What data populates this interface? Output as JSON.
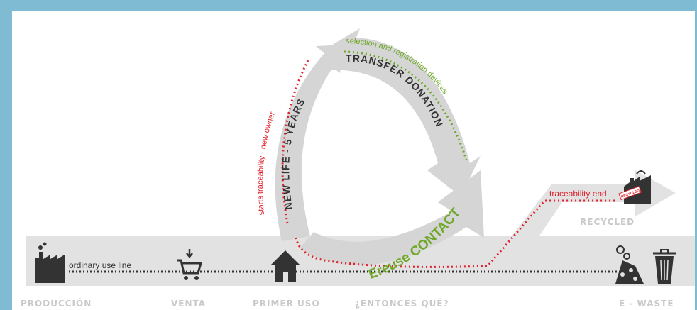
{
  "colors": {
    "frame": "#7fbcd3",
    "band": "#e2e2e2",
    "arrow": "#d5d5d5",
    "red": "#e0202b",
    "green": "#6fa82a",
    "dark": "#333333",
    "light_label": "#c9c9c9"
  },
  "icons": [
    "factory-icon",
    "shopping-cart-icon",
    "house-icon",
    "gears-icon",
    "coins-pile-icon",
    "trash-can-icon",
    "recycling-factory-icon"
  ],
  "line": {
    "ordinary": "ordinary use line"
  },
  "stages": {
    "production": "PRODUCCIÓN",
    "sale": "VENTA",
    "first_use": "PRIMER USO",
    "then_what": "¿ENTONCES QUÉ?",
    "ewaste": "E - WASTE"
  },
  "cycle": {
    "contact": "Ereuse CONTACT",
    "transfer_donation": "TRANSFER DONATION",
    "selection": "selection and registration devices",
    "new_life": "NEW LIFE - 5 YEARS",
    "traceability_start": "starts traceability - new owner"
  },
  "recycle": {
    "traceability_end": "traceability end",
    "stamp": "RECYCLED",
    "recycled": "RECYCLED"
  }
}
